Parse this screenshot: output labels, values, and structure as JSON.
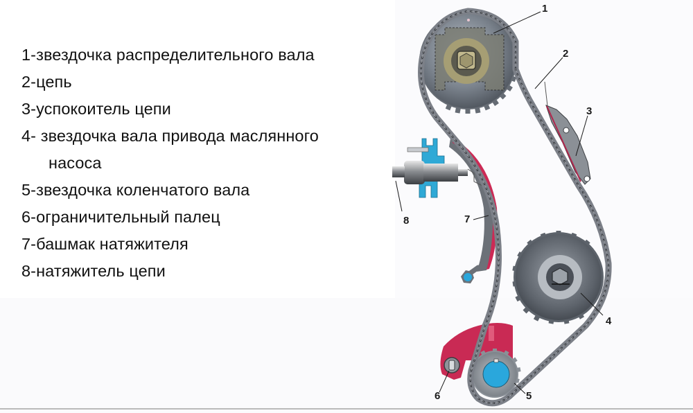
{
  "legend": {
    "items": [
      {
        "num": "1",
        "text": "1-звездочка распределительного вала"
      },
      {
        "num": "2",
        "text": "2-цепь"
      },
      {
        "num": "3",
        "text": "3-успокоитель цепи"
      },
      {
        "num": "4",
        "text": "4- звездочка вала привода маслянного",
        "continuation": "насоса"
      },
      {
        "num": "5",
        "text": "5-звездочка коленчатого вала"
      },
      {
        "num": "6",
        "text": "6-ограничительный палец"
      },
      {
        "num": "7",
        "text": "7-башмак натяжителя"
      },
      {
        "num": "8",
        "text": "8-натяжитель цепи"
      }
    ]
  },
  "diagram": {
    "callouts": {
      "c1": "1",
      "c2": "2",
      "c3": "3",
      "c4": "4",
      "c5": "5",
      "c6": "6",
      "c7": "7",
      "c8": "8"
    },
    "colors": {
      "sprocket_gray": "#6f7680",
      "chain": "#7c8088",
      "shoe_red": "#cc2a55",
      "bracket_blue": "#2fa9d6",
      "crank_blue": "#2aa7dc",
      "cam_hub": "#9a9470"
    }
  }
}
